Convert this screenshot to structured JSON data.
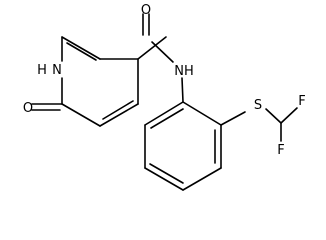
{
  "molecule": {
    "atoms": {
      "o_carbonyl": "O",
      "nh_amide": "NH",
      "nh_ring": "N",
      "h_ring": "H",
      "o_ketone": "O",
      "s": "S",
      "f_top": "F",
      "f_bottom": "F"
    },
    "colors": {
      "bond": "#000000",
      "label": "#000000",
      "background": "#ffffff"
    }
  }
}
